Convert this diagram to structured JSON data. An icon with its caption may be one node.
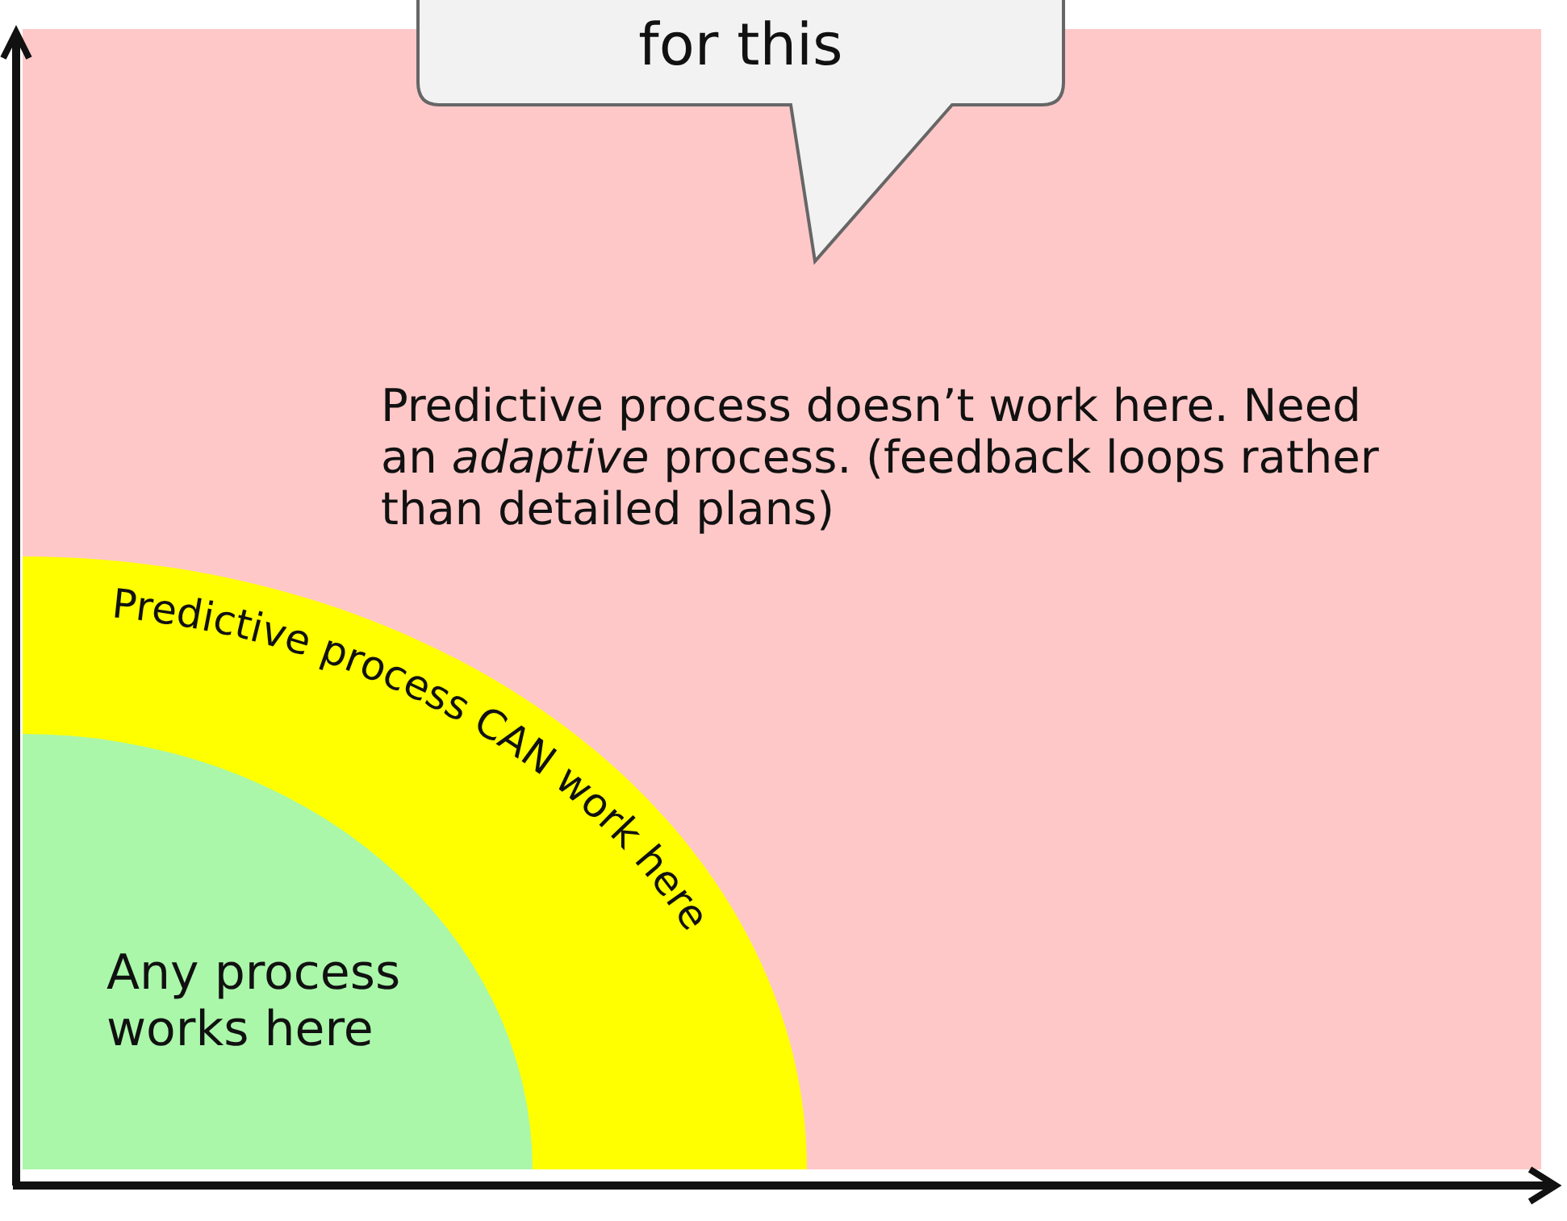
{
  "diagram": {
    "nodes": [
      {
        "text": [
          "Predictive process doesn’t work here. Need an *adaptive* process. (feedback loops rather than detailed plans)"
        ]
      },
      {
        "text": [
          "Predictive process CAN work here"
        ],
        "in": 0
      },
      {
        "text": [
          "Any process works here"
        ],
        "in": 1
      },
      {
        "text": [
          "for this"
        ]
      }
    ]
  }
}
